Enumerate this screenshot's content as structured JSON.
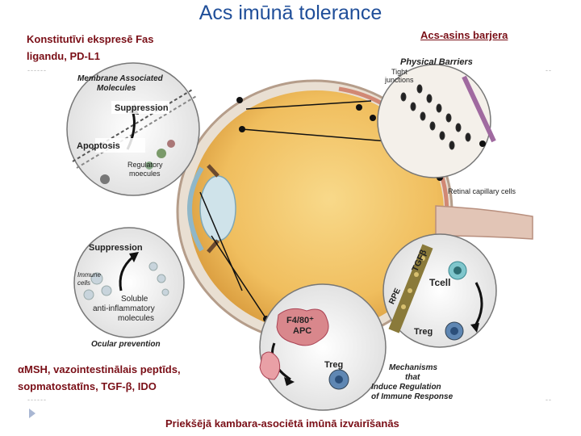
{
  "title": "Acs imūnā tolerance",
  "top_left_text": [
    "Konstitutīvi ekspresē Fas",
    "ligandu, PD-L1"
  ],
  "top_right_text": "Acs-asins barjera",
  "bottom_left_text": [
    "αMSH, vazointestinālais peptīds,",
    "sopmatostatīns, TGF-β, IDO"
  ],
  "bottom_center_text": "Priekšējā kambara-asociētā imūnā izvairīšanās",
  "decor_dashes": [
    "------",
    "--",
    "------",
    "--"
  ],
  "figure": {
    "membrane_title": [
      "Membrane Associated",
      "Molecules"
    ],
    "suppression_top": "Suppression",
    "apoptosis": "Apoptosis",
    "regulatory": [
      "Regulatory",
      "moecules"
    ],
    "physical_barriers": "Physical Barriers",
    "tight_junctions": [
      "Tight",
      "junctions"
    ],
    "retinal_capillary": "Retinal capillary cells",
    "suppression_mid": "Suppression",
    "immune_cells": [
      "Immune",
      "cells"
    ],
    "soluble": [
      "Soluble",
      "anti-inflammatory",
      "molecules"
    ],
    "ocular_prevention": "Ocular prevention",
    "tgfb": "TGFβ",
    "rpe": "RPE",
    "tcell": "Tcell",
    "treg_right": "Treg",
    "apc": [
      "F4/80⁺",
      "APC"
    ],
    "treg_bottom": "Treg",
    "mechanisms": [
      "Mechanisms",
      "that",
      "Induce Regulation",
      "of Immune Response"
    ]
  },
  "colors": {
    "title": "#1f4e99",
    "text": "#7a0f17",
    "eye": "#f2c36a",
    "sclera": "#efe6da"
  }
}
